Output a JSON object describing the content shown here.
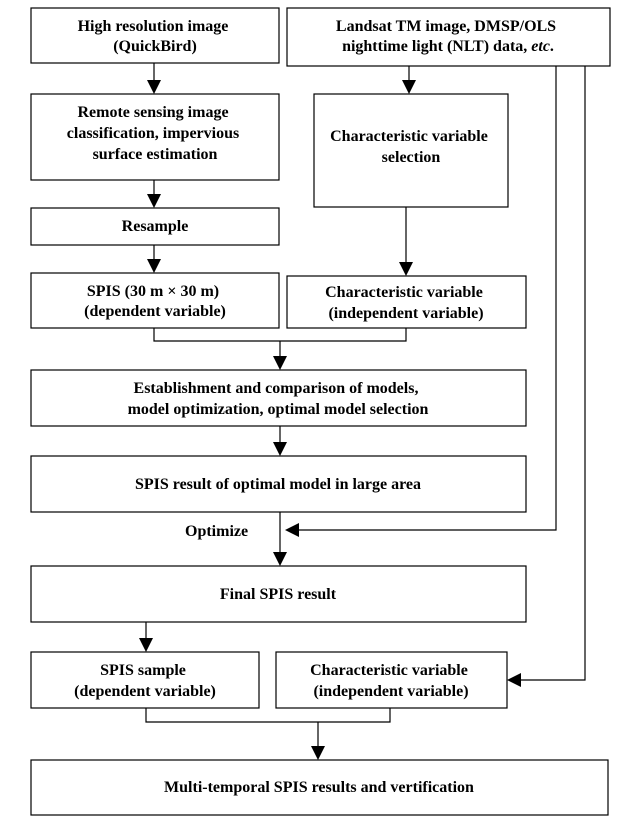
{
  "nodes": {
    "high_res": {
      "lines": [
        "High resolution image",
        "(QuickBird)"
      ]
    },
    "landsat": {
      "lines": [
        "Landsat TM image, DMSP/OLS",
        "nighttime light (NLT) data, {etc}."
      ],
      "italic_word": "etc"
    },
    "rs_classification": {
      "lines": [
        "Remote sensing image",
        "classification, impervious",
        "surface estimation"
      ]
    },
    "char_var_selection": {
      "lines": [
        "Characteristic variable",
        "selection"
      ]
    },
    "resample": {
      "lines": [
        "Resample"
      ]
    },
    "spis_30m": {
      "lines": [
        "SPIS (30 m × 30 m)",
        "(dependent variable)"
      ]
    },
    "char_var_1": {
      "lines": [
        "Characteristic variable",
        "(independent variable)"
      ]
    },
    "models": {
      "lines": [
        "Establishment and comparison of models,",
        "model optimization, optimal model selection"
      ]
    },
    "spis_optimal": {
      "lines": [
        "SPIS result of  optimal model in large area"
      ]
    },
    "final_spis": {
      "lines": [
        "Final SPIS result"
      ]
    },
    "spis_sample": {
      "lines": [
        "SPIS sample",
        "(dependent variable)"
      ]
    },
    "char_var_2": {
      "lines": [
        "Characteristic variable",
        "(independent variable)"
      ]
    },
    "multi_temporal": {
      "lines": [
        "Multi-temporal SPIS results and vertification"
      ]
    }
  },
  "labels": {
    "optimize": "Optimize"
  }
}
